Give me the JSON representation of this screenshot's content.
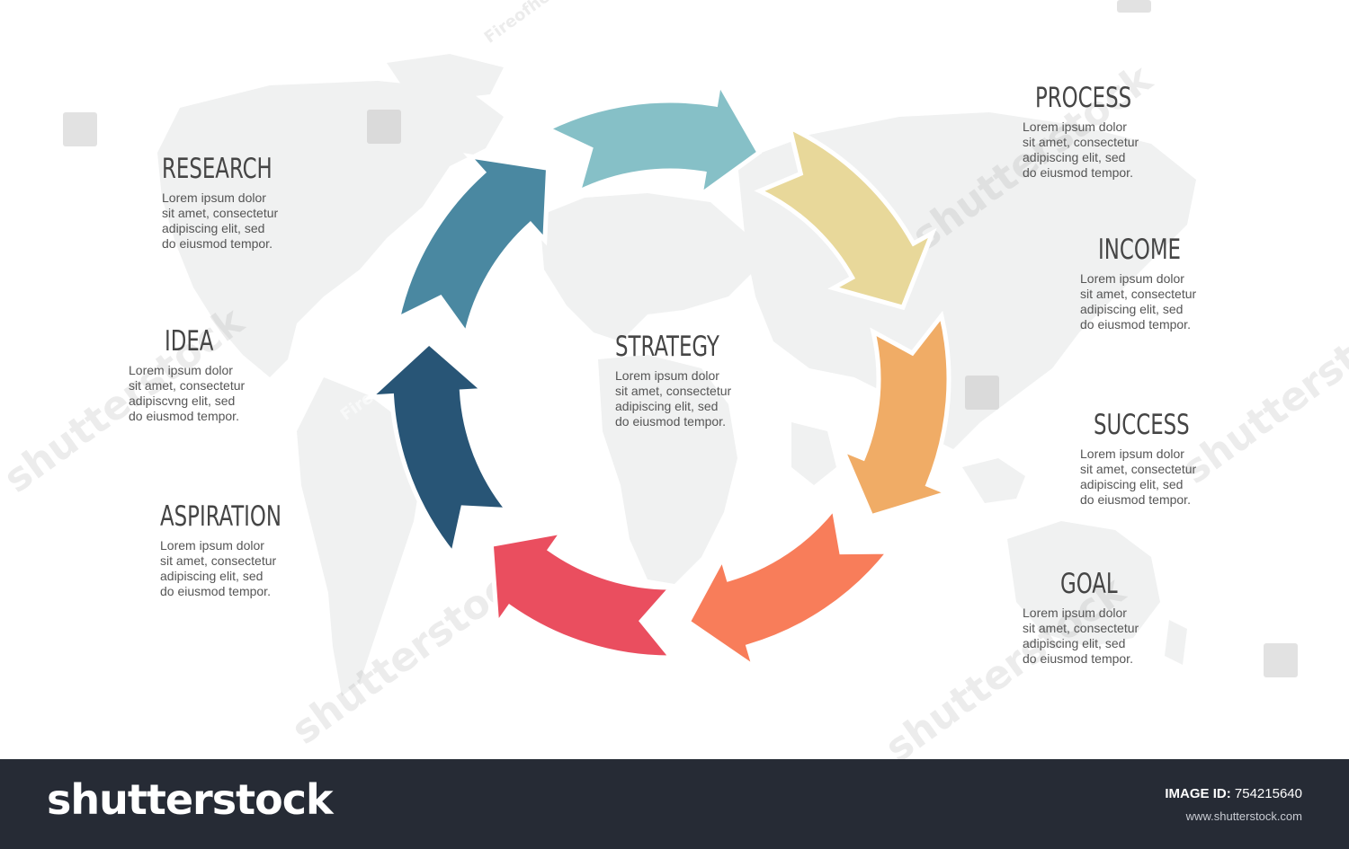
{
  "center": {
    "title": "STRATEGY",
    "lines": [
      "Lorem ipsum dolor",
      "sit amet, consectetur",
      "adipiscing elit, sed",
      "do eiusmod tempor."
    ]
  },
  "left_items": [
    {
      "title": "RESEARCH",
      "lines": [
        "Lorem ipsum dolor",
        "sit amet, consectetur",
        "adipiscing elit, sed",
        "do eiusmod tempor."
      ]
    },
    {
      "title": "IDEA",
      "lines": [
        "Lorem ipsum dolor",
        "sit amet, consectetur",
        "adipiscvng elit, sed",
        "do eiusmod tempor."
      ]
    },
    {
      "title": "ASPIRATION",
      "lines": [
        "Lorem ipsum dolor",
        "sit amet, consectetur",
        "adipiscing elit, sed",
        "do eiusmod tempor."
      ]
    }
  ],
  "right_items": [
    {
      "title": "PROCESS",
      "lines": [
        "Lorem ipsum dolor",
        "sit amet, consectetur",
        "adipiscing elit, sed",
        "do eiusmod tempor."
      ]
    },
    {
      "title": "INCOME",
      "lines": [
        "Lorem ipsum dolor",
        "sit amet, consectetur",
        "adipiscing elit, sed",
        "do eiusmod tempor."
      ]
    },
    {
      "title": "SUCCESS",
      "lines": [
        "Lorem ipsum dolor",
        "sit amet, consectetur",
        "adipiscing elit, sed",
        "do eiusmod tempor."
      ]
    },
    {
      "title": "GOAL",
      "lines": [
        "Lorem ipsum dolor",
        "sit amet, consectetur",
        "adipiscing elit, sed",
        "do eiusmod tempor."
      ]
    }
  ],
  "arrow_colors": [
    "#86c0c7",
    "#e8d89a",
    "#f0ac66",
    "#f87d5a",
    "#ea4e5f",
    "#285576",
    "#4a88a1"
  ],
  "map_color": "#f0f1f1",
  "watermarks": {
    "author": "Fireofheart",
    "site_wm": "shutterstock"
  },
  "footer": {
    "brand": "shutterstock",
    "image_id_label": "IMAGE ID:",
    "image_id": "754215640",
    "site": "www.shutterstock.com"
  }
}
